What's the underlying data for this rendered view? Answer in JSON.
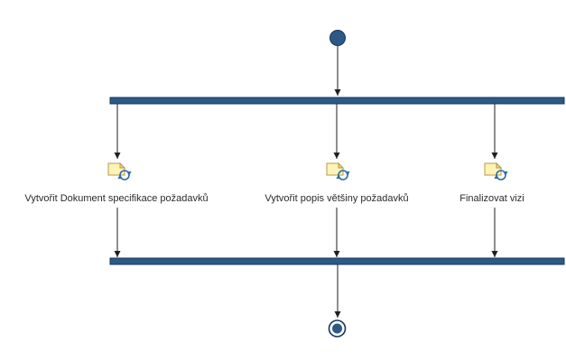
{
  "diagram": {
    "type": "uml-activity-diagram",
    "nodes": {
      "initial": {
        "name": "initial-node"
      },
      "fork": {
        "name": "fork-bar"
      },
      "join": {
        "name": "join-bar"
      },
      "final": {
        "name": "activity-final-node"
      }
    },
    "activities": [
      {
        "label": "Vytvořit Dokument specifikace požadavků",
        "icon": "subactivity-refresh-icon"
      },
      {
        "label": "Vytvořit popis většiny požadavků",
        "icon": "subactivity-refresh-icon"
      },
      {
        "label": "Finalizovat vizi",
        "icon": "subactivity-refresh-icon"
      }
    ],
    "colors": {
      "node_fill": "#2d5986",
      "bar_fill": "#2d5986",
      "bar_border": "#16365c",
      "edge": "#1f1f1f",
      "icon_fill": "#fdf3b5",
      "icon_border": "#b39b4e",
      "icon_arrow": "#2f6bab",
      "label_text": "#2b2b2b"
    }
  }
}
